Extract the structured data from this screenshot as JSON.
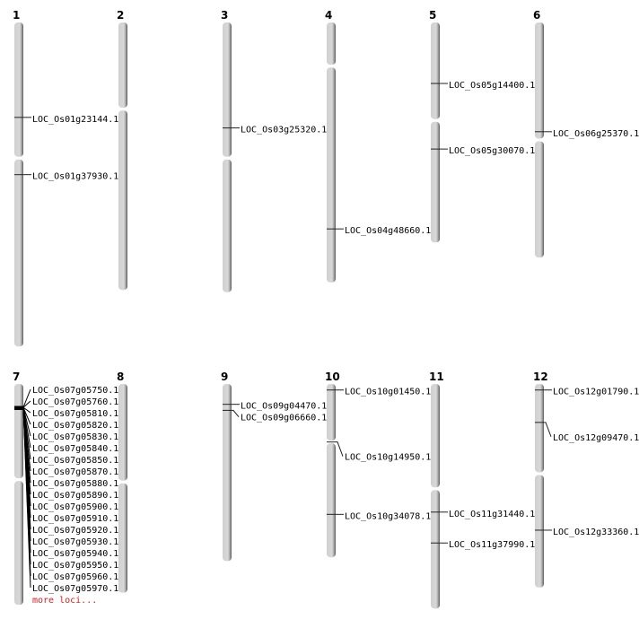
{
  "colors": {
    "chromosome_fill": "#d4d4d4",
    "chromosome_shadow": "#6e6e6e",
    "marker": "#000000",
    "more_link": "#cc2222"
  },
  "units": "Mb",
  "chromosomes": [
    {
      "name": "1",
      "length": 43.0,
      "centromere": 18.0,
      "loci": [
        {
          "id": "LOC_Os01g23144.1",
          "pos": 12.6
        },
        {
          "id": "LOC_Os01g37930.1",
          "pos": 20.2
        }
      ]
    },
    {
      "name": "2",
      "length": 35.5,
      "centromere": 11.5,
      "loci": []
    },
    {
      "name": "3",
      "length": 35.8,
      "centromere": 18.0,
      "loci": [
        {
          "id": "LOC_Os03g25320.1",
          "pos": 14.0
        }
      ]
    },
    {
      "name": "4",
      "length": 34.5,
      "centromere": 5.8,
      "loci": [
        {
          "id": "LOC_Os04g48660.1",
          "pos": 27.4
        }
      ]
    },
    {
      "name": "5",
      "length": 29.2,
      "centromere": 13.0,
      "loci": [
        {
          "id": "LOC_Os05g14400.1",
          "pos": 8.1
        },
        {
          "id": "LOC_Os05g30070.1",
          "pos": 16.8
        }
      ]
    },
    {
      "name": "6",
      "length": 31.2,
      "centromere": 15.6,
      "loci": [
        {
          "id": "LOC_Os06g25370.1",
          "pos": 14.5
        }
      ]
    },
    {
      "name": "7",
      "length": 29.3,
      "centromere": 12.7,
      "more": "more loci...",
      "loci": [
        {
          "id": "LOC_Os07g05750.1",
          "pos": 3.1
        },
        {
          "id": "LOC_Os07g05760.1",
          "pos": 3.11
        },
        {
          "id": "LOC_Os07g05810.1",
          "pos": 3.12
        },
        {
          "id": "LOC_Os07g05820.1",
          "pos": 3.13
        },
        {
          "id": "LOC_Os07g05830.1",
          "pos": 3.14
        },
        {
          "id": "LOC_Os07g05840.1",
          "pos": 3.15
        },
        {
          "id": "LOC_Os07g05850.1",
          "pos": 3.16
        },
        {
          "id": "LOC_Os07g05870.1",
          "pos": 3.17
        },
        {
          "id": "LOC_Os07g05880.1",
          "pos": 3.18
        },
        {
          "id": "LOC_Os07g05890.1",
          "pos": 3.19
        },
        {
          "id": "LOC_Os07g05900.1",
          "pos": 3.2
        },
        {
          "id": "LOC_Os07g05910.1",
          "pos": 3.21
        },
        {
          "id": "LOC_Os07g05920.1",
          "pos": 3.22
        },
        {
          "id": "LOC_Os07g05930.1",
          "pos": 3.23
        },
        {
          "id": "LOC_Os07g05940.1",
          "pos": 3.24
        },
        {
          "id": "LOC_Os07g05950.1",
          "pos": 3.25
        },
        {
          "id": "LOC_Os07g05960.1",
          "pos": 3.26
        },
        {
          "id": "LOC_Os07g05970.1",
          "pos": 3.27
        }
      ]
    },
    {
      "name": "8",
      "length": 27.7,
      "centromere": 13.0,
      "loci": []
    },
    {
      "name": "9",
      "length": 23.5,
      "centromere": null,
      "loci": [
        {
          "id": "LOC_Os09g04470.1",
          "pos": 2.7
        },
        {
          "id": "LOC_Os09g06660.1",
          "pos": 3.5
        }
      ]
    },
    {
      "name": "10",
      "length": 23.0,
      "centromere": 7.7,
      "loci": [
        {
          "id": "LOC_Os10g01450.1",
          "pos": 0.8
        },
        {
          "id": "LOC_Os10g14950.1",
          "pos": 7.7
        },
        {
          "id": "LOC_Os10g34078.1",
          "pos": 17.3
        }
      ]
    },
    {
      "name": "11",
      "length": 29.8,
      "centromere": 13.9,
      "loci": [
        {
          "id": "LOC_Os11g31440.1",
          "pos": 17.0
        },
        {
          "id": "LOC_Os11g37990.1",
          "pos": 21.1
        }
      ]
    },
    {
      "name": "12",
      "length": 27.0,
      "centromere": 11.9,
      "loci": [
        {
          "id": "LOC_Os12g01790.1",
          "pos": 0.8
        },
        {
          "id": "LOC_Os12g09470.1",
          "pos": 5.1
        },
        {
          "id": "LOC_Os12g33360.1",
          "pos": 19.4
        }
      ]
    }
  ]
}
